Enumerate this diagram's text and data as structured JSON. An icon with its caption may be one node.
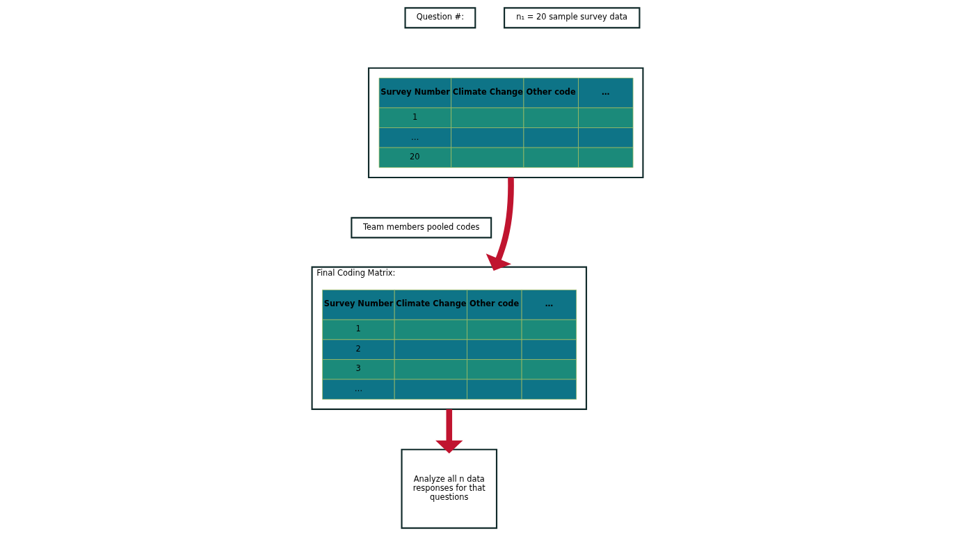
{
  "diagram": {
    "nodes": [
      {
        "text": [
          "Question #:"
        ]
      },
      {
        "text": [
          "n₁ = 20 sample survey data"
        ]
      },
      {
        "text": [],
        "shape": "box"
      },
      {
        "text": [
          "Team members pooled codes"
        ]
      },
      {
        "text": [
          "Final Coding Matrix:"
        ]
      },
      {
        "text": [
          "Analyze all n data responses for that questions"
        ]
      }
    ],
    "edges": [
      {
        "from": 2,
        "to": 4,
        "arrow": "to"
      },
      {
        "from": 4,
        "to": 5,
        "arrow": "to"
      }
    ],
    "labels": [
      "Survey Number",
      "Climate Change",
      "Other code",
      "…",
      "1",
      "…",
      "20",
      "Survey Number",
      "Climate Change",
      "Other code",
      "…",
      "1",
      "2",
      "3",
      "…"
    ]
  }
}
